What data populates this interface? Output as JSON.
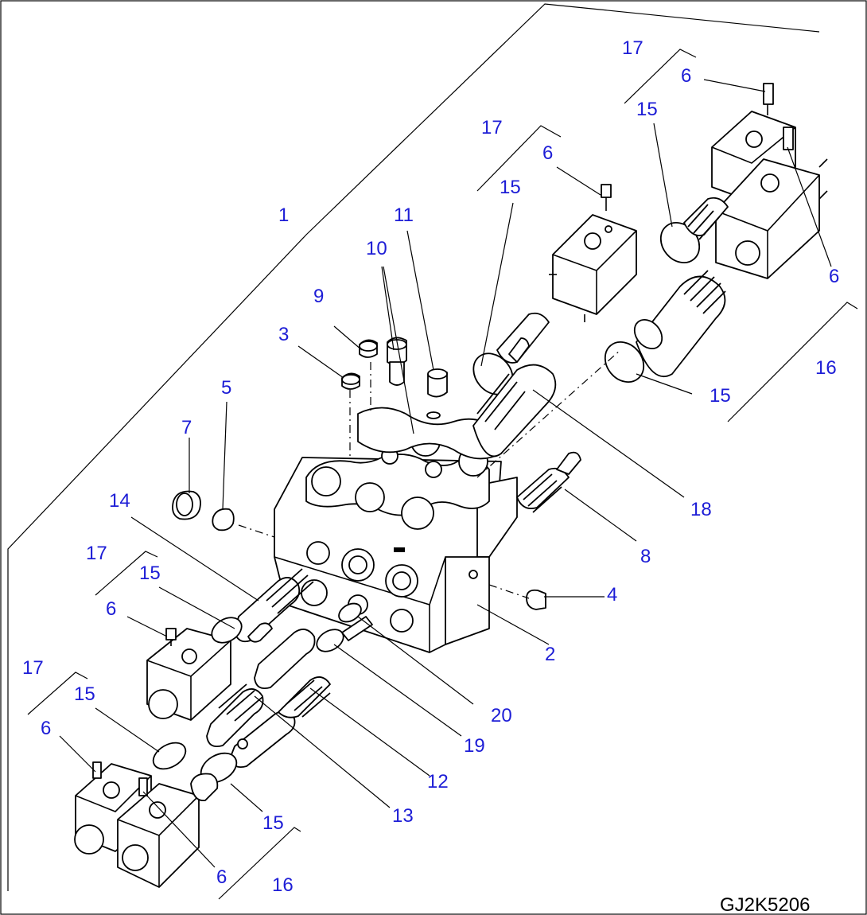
{
  "diagram": {
    "code": "GJ2K5206",
    "callouts": [
      "1",
      "2",
      "3",
      "4",
      "5",
      "6",
      "7",
      "8",
      "9",
      "10",
      "11",
      "12",
      "13",
      "14",
      "15",
      "16",
      "17",
      "18",
      "19",
      "20"
    ],
    "labels": {
      "l1": "1",
      "l2": "2",
      "l3": "3",
      "l4": "4",
      "l5": "5",
      "l6a": "6",
      "l6b": "6",
      "l6c": "6",
      "l6d": "6",
      "l6e": "6",
      "l6f": "6",
      "l7": "7",
      "l8": "8",
      "l9": "9",
      "l10": "10",
      "l11": "11",
      "l12": "12",
      "l13": "13",
      "l14": "14",
      "l15a": "15",
      "l15b": "15",
      "l15c": "15",
      "l15d": "15",
      "l15e": "15",
      "l15f": "15",
      "l16a": "16",
      "l16b": "16",
      "l17a": "17",
      "l17b": "17",
      "l17c": "17",
      "l17d": "17",
      "l18": "18",
      "l19": "19",
      "l20": "20"
    },
    "colors": {
      "callout": "#1d1dd6",
      "line": "#000000"
    }
  }
}
